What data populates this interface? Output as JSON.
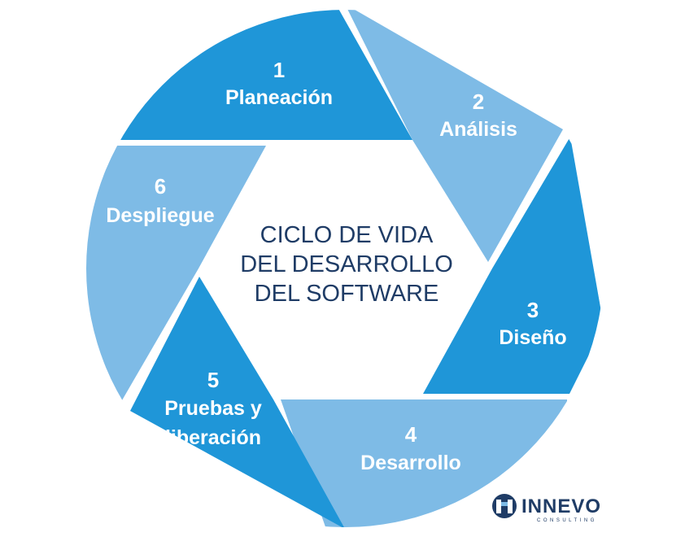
{
  "title_lines": [
    "CICLO DE VIDA",
    "DEL DESARROLLO",
    "DEL SOFTWARE"
  ],
  "colors": {
    "dark_blue": "#1f96d8",
    "light_blue": "#7ebbe6",
    "title": "#1f3c66",
    "logo": "#1f3c66"
  },
  "stages": [
    {
      "number": "1",
      "label_lines": [
        "Planeación"
      ],
      "shade": "dark"
    },
    {
      "number": "2",
      "label_lines": [
        "Análisis"
      ],
      "shade": "light"
    },
    {
      "number": "3",
      "label_lines": [
        "Diseño"
      ],
      "shade": "dark"
    },
    {
      "number": "4",
      "label_lines": [
        "Desarrollo"
      ],
      "shade": "light"
    },
    {
      "number": "5",
      "label_lines": [
        "Pruebas y",
        "liberación"
      ],
      "shade": "dark"
    },
    {
      "number": "6",
      "label_lines": [
        "Despliegue"
      ],
      "shade": "light"
    }
  ],
  "logo": {
    "name": "INNEVO",
    "subtitle": "CONSULTING"
  }
}
